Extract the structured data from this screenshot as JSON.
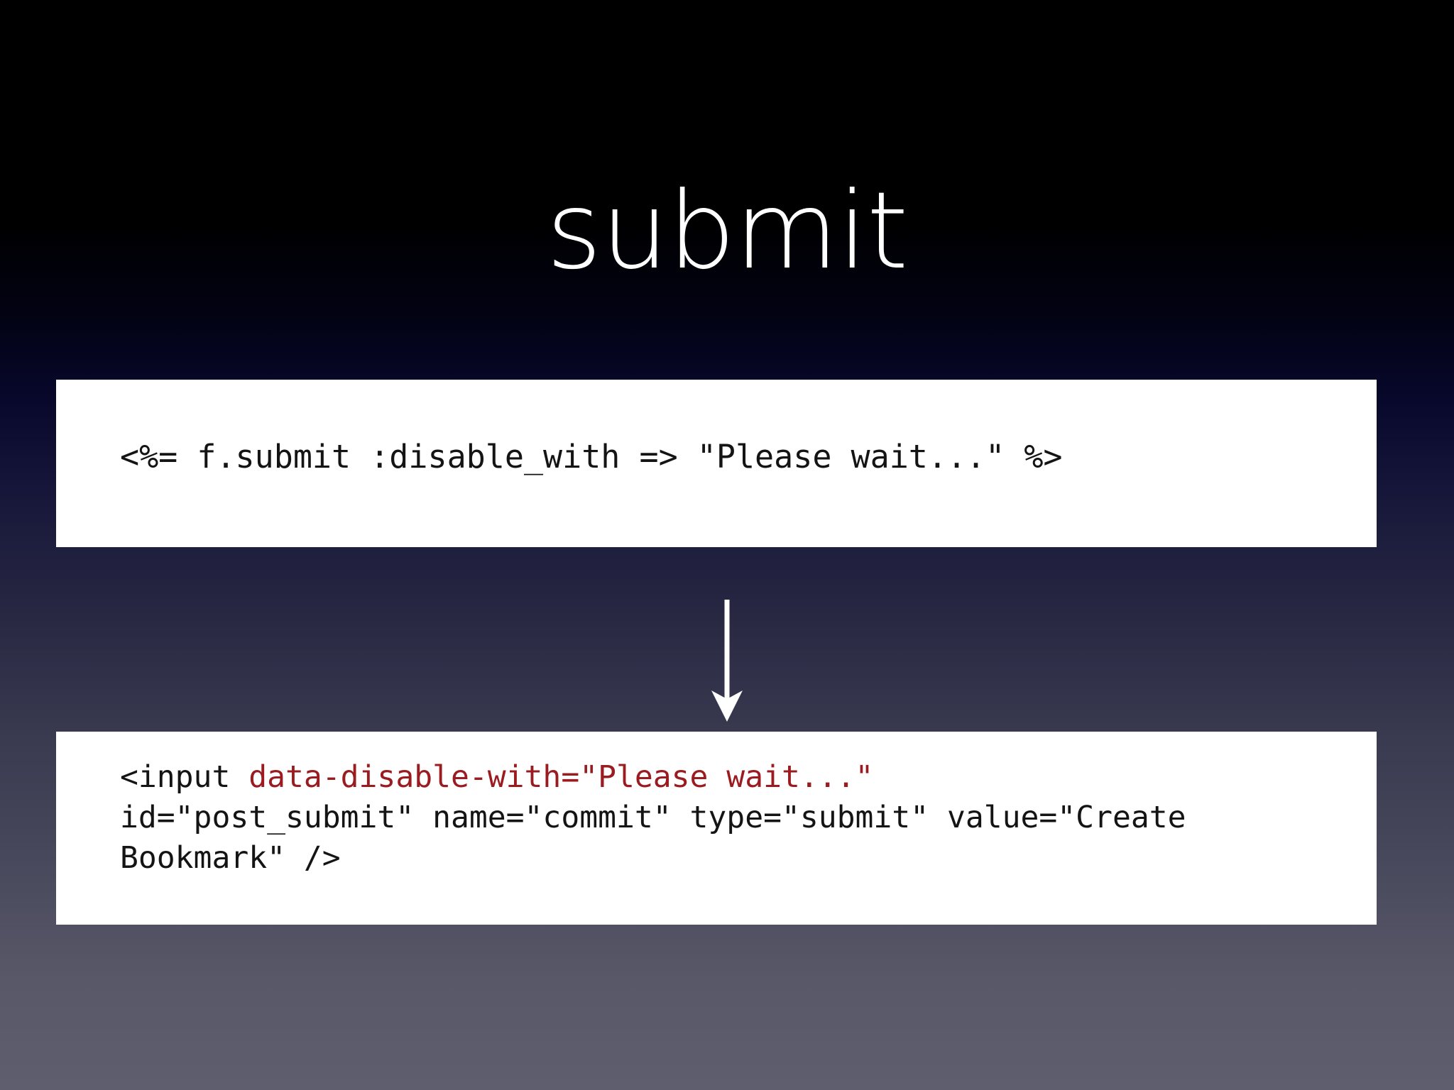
{
  "slide": {
    "title": "submit",
    "background": {
      "top_color": "#000000",
      "bottom_color": "#5e5e6f"
    }
  },
  "source_code": {
    "language": "erb",
    "full_text": "<%= f.submit :disable_with => \"Please wait...\" %>",
    "lines": [
      "<%= f.submit :disable_with => \"Please wait...\" %>"
    ]
  },
  "arrow": {
    "direction": "down",
    "color": "#ffffff",
    "icon": "arrow-down-icon"
  },
  "output_code": {
    "language": "html",
    "highlight_color": "#9b1c20",
    "segments": [
      {
        "text": "<input ",
        "color": "#141414"
      },
      {
        "text": "data-disable-with=\"Please wait...\"",
        "color": "#9b1c20"
      },
      {
        "text": "\nid=\"post_submit\" name=\"commit\" type=\"submit\" value=\"Create Bookmark\" />",
        "color": "#141414"
      }
    ],
    "full_text": "<input data-disable-with=\"Please wait...\"\nid=\"post_submit\" name=\"commit\" type=\"submit\" value=\"Create Bookmark\" />"
  }
}
